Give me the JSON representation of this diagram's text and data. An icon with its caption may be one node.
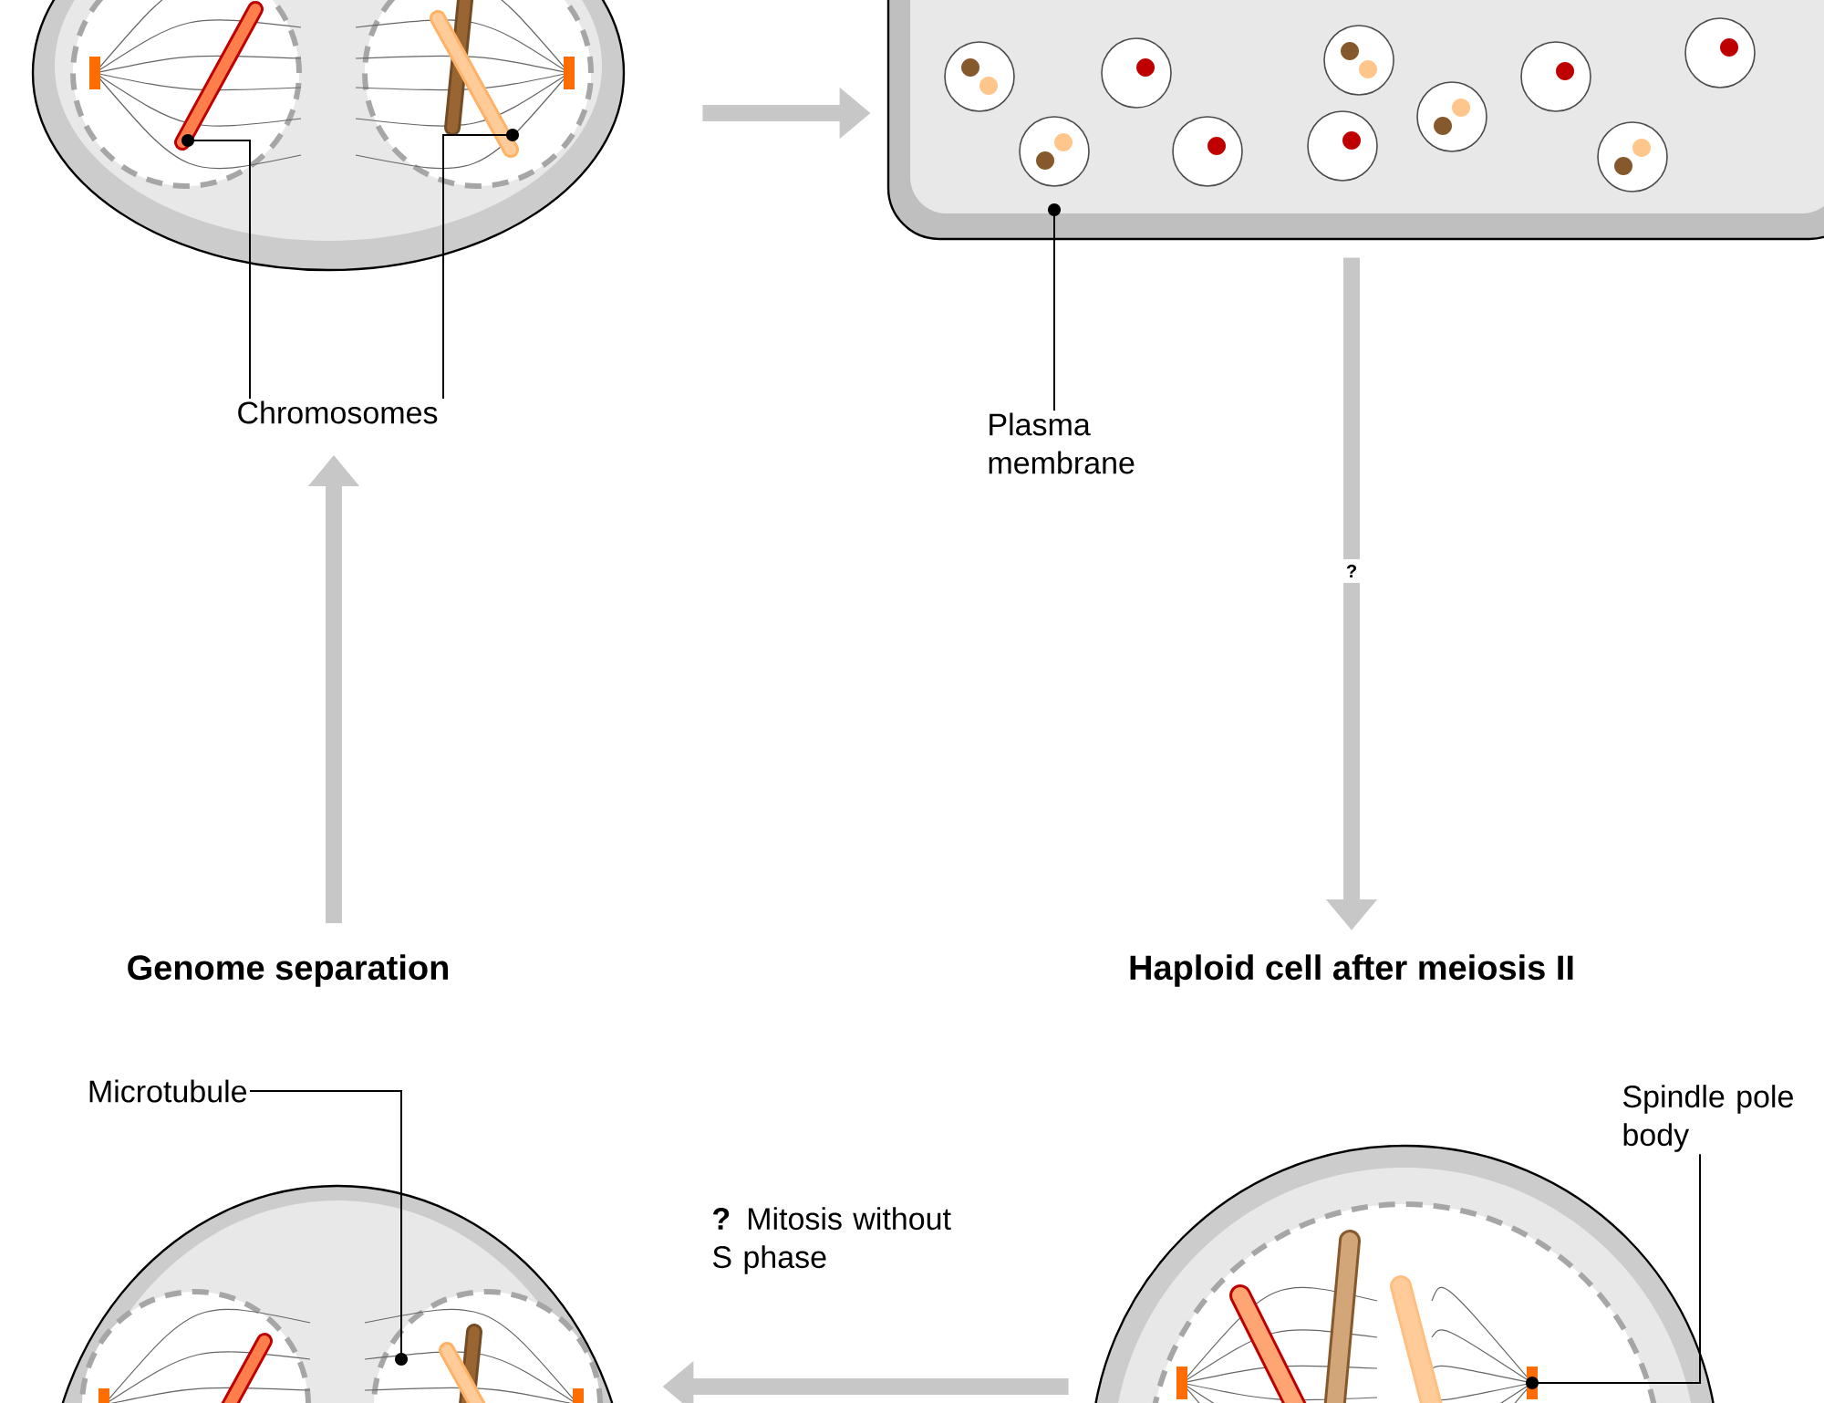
{
  "diagram": {
    "nodes": [
      {
        "text": [],
        "shape": "picture"
      },
      {
        "text": [],
        "shape": "picture"
      },
      {
        "text": [
          "Chromosomes"
        ]
      },
      {
        "text": [
          "Plasma membrane"
        ]
      },
      {
        "text": [
          "Genome separation"
        ]
      },
      {
        "text": [
          "Haploid cell after meiosis II"
        ]
      },
      {
        "text": [
          "Microtubule"
        ]
      },
      {
        "text": [
          "Spindle pole body"
        ]
      },
      {
        "text": [],
        "shape": "picture"
      },
      {
        "text": [],
        "shape": "picture"
      }
    ],
    "edges": [
      {
        "from": 0,
        "to": 1,
        "arrow": "to",
        "style": "thick",
        "color": "#c7c7c7"
      },
      {
        "from": 1,
        "to": 5,
        "arrow": "to",
        "label": "?",
        "style": "thick",
        "color": "#c7c7c7"
      },
      {
        "from": 9,
        "to": 8,
        "arrow": "to",
        "label": "**?** Mitosis without S phase",
        "style": "thick",
        "color": "#c7c7c7"
      },
      {
        "from": 4,
        "to": 2,
        "arrow": "to",
        "style": "thick",
        "color": "#c7c7c7"
      },
      {
        "from": 2,
        "to": 0,
        "arrow": "other"
      },
      {
        "from": 2,
        "to": 0,
        "arrow": "other"
      },
      {
        "from": 3,
        "to": 1,
        "arrow": "other"
      },
      {
        "from": 6,
        "to": 8,
        "arrow": "other"
      },
      {
        "from": 7,
        "to": 9,
        "arrow": "other"
      }
    ]
  }
}
